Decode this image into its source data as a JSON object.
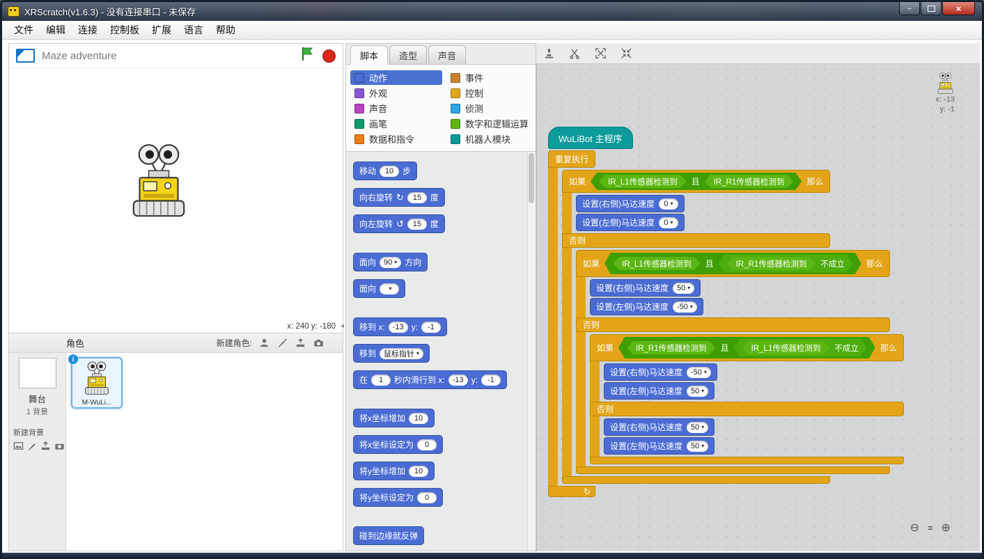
{
  "window": {
    "title": "XRScratch(v1.6.3) - 没有连接串口 - 未保存",
    "menu_items": [
      "文件",
      "编辑",
      "连接",
      "控制板",
      "扩展",
      "语言",
      "帮助"
    ],
    "buttons": {
      "minimize": "–",
      "maximize": "",
      "close": "×"
    }
  },
  "stage": {
    "project_name": "Maze adventure",
    "mouse_coords": "x: 240 y: -180"
  },
  "sprites": {
    "header": "角色",
    "new_sprite": "新建角色:",
    "stage_thumb_label": "舞台",
    "backdrop_count": "1 背景",
    "new_backdrop": "新建背景",
    "sprite_name": "M-WuLi..."
  },
  "tabs": [
    "脚本",
    "造型",
    "声音"
  ],
  "categories": {
    "left": [
      {
        "label": "动作",
        "color": "#4a6cd4",
        "selected": true
      },
      {
        "label": "外观",
        "color": "#8a55d7",
        "selected": false
      },
      {
        "label": "声音",
        "color": "#bb42c3",
        "selected": false
      },
      {
        "label": "画笔",
        "color": "#0e9a6c",
        "selected": false
      },
      {
        "label": "数据和指令",
        "color": "#ee7d16",
        "selected": false
      }
    ],
    "right": [
      {
        "label": "事件",
        "color": "#c88330",
        "selected": false
      },
      {
        "label": "控制",
        "color": "#e1a91a",
        "selected": false
      },
      {
        "label": "侦测",
        "color": "#2ca5e2",
        "selected": false
      },
      {
        "label": "数字和逻辑运算",
        "color": "#5cb712",
        "selected": false
      },
      {
        "label": "机器人模块",
        "color": "#0c9a9a",
        "selected": false
      }
    ]
  },
  "palette": [
    {
      "parts": [
        [
          "t",
          "移动"
        ],
        [
          "n",
          "10"
        ],
        [
          "t",
          "步"
        ]
      ],
      "gap": false
    },
    {
      "parts": [
        [
          "t",
          "向右旋转"
        ],
        [
          "i",
          "↻"
        ],
        [
          "n",
          "15"
        ],
        [
          "t",
          "度"
        ]
      ],
      "gap": false
    },
    {
      "parts": [
        [
          "t",
          "向左旋转"
        ],
        [
          "i",
          "↺"
        ],
        [
          "n",
          "15"
        ],
        [
          "t",
          "度"
        ]
      ],
      "gap": true
    },
    {
      "parts": [
        [
          "t",
          "面向"
        ],
        [
          "d",
          "90"
        ],
        [
          "t",
          "方向"
        ]
      ],
      "gap": false
    },
    {
      "parts": [
        [
          "t",
          "面向"
        ],
        [
          "d",
          ""
        ]
      ],
      "gap": true
    },
    {
      "parts": [
        [
          "t",
          "移到 x:"
        ],
        [
          "n",
          "-13"
        ],
        [
          "t",
          "y:"
        ],
        [
          "n",
          "-1"
        ]
      ],
      "gap": false
    },
    {
      "parts": [
        [
          "t",
          "移到"
        ],
        [
          "d",
          "鼠标指针"
        ]
      ],
      "gap": false
    },
    {
      "parts": [
        [
          "t",
          "在"
        ],
        [
          "n",
          "1"
        ],
        [
          "t",
          "秒内滑行到 x:"
        ],
        [
          "n",
          "-13"
        ],
        [
          "t",
          "y:"
        ],
        [
          "n",
          "-1"
        ]
      ],
      "gap": true
    },
    {
      "parts": [
        [
          "t",
          "将x坐标增加"
        ],
        [
          "n",
          "10"
        ]
      ],
      "gap": false
    },
    {
      "parts": [
        [
          "t",
          "将x坐标设定为"
        ],
        [
          "n",
          "0"
        ]
      ],
      "gap": false
    },
    {
      "parts": [
        [
          "t",
          "将y坐标增加"
        ],
        [
          "n",
          "10"
        ]
      ],
      "gap": false
    },
    {
      "parts": [
        [
          "t",
          "将y坐标设定为"
        ],
        [
          "n",
          "0"
        ]
      ],
      "gap": true
    },
    {
      "parts": [
        [
          "t",
          "碰到边缘就反弹"
        ]
      ],
      "gap": false
    }
  ],
  "script_labels": {
    "hat": "WuLiBot 主程序",
    "forever": "重复执行",
    "if": "如果",
    "then": "那么",
    "else": "否则",
    "and": "且",
    "not": "不成立",
    "loop_arrow": "↻"
  },
  "program": {
    "sprite_x": "x: -13",
    "sprite_y": "y: -1",
    "tree": {
      "cond": {
        "left": "IR_L1传感器检测到",
        "right": "IR_R1传感器检测到",
        "negate": false
      },
      "then": [
        {
          "label": "设置(右侧)马达速度",
          "value": "0"
        },
        {
          "label": "设置(左侧)马达速度",
          "value": "0"
        }
      ],
      "else_if": {
        "cond": {
          "left": "IR_L1传感器检测到",
          "right": "IR_R1传感器检测到",
          "negate": true
        },
        "then": [
          {
            "label": "设置(右侧)马达速度",
            "value": "50"
          },
          {
            "label": "设置(左侧)马达速度",
            "value": "-50"
          }
        ],
        "else_if": {
          "cond": {
            "left": "IR_R1传感器检测到",
            "right": "IR_L1传感器检测到",
            "negate": true
          },
          "then": [
            {
              "label": "设置(右侧)马达速度",
              "value": "-50"
            },
            {
              "label": "设置(左侧)马达速度",
              "value": "50"
            }
          ],
          "else": [
            {
              "label": "设置(右侧)马达速度",
              "value": "50"
            },
            {
              "label": "设置(左侧)马达速度",
              "value": "50"
            }
          ]
        }
      }
    }
  },
  "zoom": {
    "out": "⊖",
    "reset": "=",
    "in": "⊕"
  }
}
